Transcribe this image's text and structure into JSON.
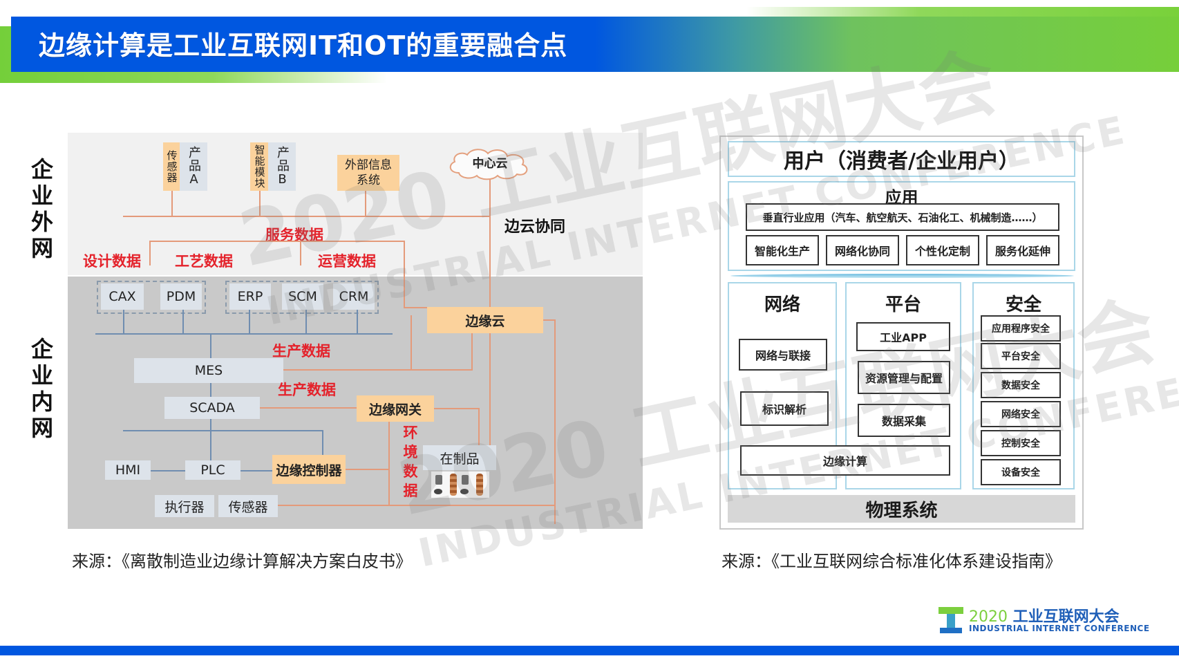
{
  "header": {
    "title": "边缘计算是工业互联网IT和OT的重要融合点",
    "colors": {
      "blue": "#0057e0",
      "green": "#76cf3a"
    }
  },
  "watermark": {
    "cn": "2020 工业互联网大会",
    "en": "INDUSTRIAL INTERNET CONFERENCE"
  },
  "side_labels": {
    "outer": "企业外网",
    "inner": "企业内网"
  },
  "left_diagram": {
    "external": {
      "sensor": "传感器",
      "product_a": "产品A",
      "smart_module": "智能模块",
      "product_b": "产品B",
      "external_info": "外部信息系统",
      "external_info_lines": [
        "外部信息",
        "系统"
      ],
      "central_cloud": "中心云",
      "edge_cloud_collab": "边云协同"
    },
    "data_labels": {
      "service": "服务数据",
      "design": "设计数据",
      "process": "工艺数据",
      "operation": "运营数据",
      "production_1": "生产数据",
      "production_2": "生产数据",
      "environment": "环境数据"
    },
    "systems": {
      "it": [
        "CAX",
        "PDM",
        "ERP",
        "SCM",
        "CRM"
      ],
      "mes": "MES",
      "scada": "SCADA",
      "hmi": "HMI",
      "plc": "PLC",
      "actuator": "执行器",
      "sensor": "传感器",
      "edge_cloud": "边缘云",
      "edge_gateway": "边缘网关",
      "edge_controller": "边缘控制器",
      "wip": "在制品"
    },
    "colors": {
      "outer_bg": "#f1f1f1",
      "inner_bg": "#c9c9c9",
      "orange_box": "#fbd29c",
      "grey_box": "#dde3ea",
      "red_text": "#e4222b",
      "orange_line": "#e49a7a",
      "blue_line": "#6f8db0"
    }
  },
  "right_diagram": {
    "user": "用户（消费者/企业用户）",
    "app": {
      "title": "应用",
      "vertical": "垂直行业应用（汽车、航空航天、石油化工、机械制造……）",
      "items": [
        "智能化生产",
        "网络化协同",
        "个性化定制",
        "服务化延伸"
      ]
    },
    "network": {
      "title": "网络",
      "items": [
        "网络与联接",
        "标识解析"
      ]
    },
    "platform": {
      "title": "平台",
      "items": [
        "工业APP",
        "资源管理与配置",
        "数据采集"
      ]
    },
    "edge_computing": "边缘计算",
    "security": {
      "title": "安全",
      "items": [
        "应用程序安全",
        "平台安全",
        "数据安全",
        "网络安全",
        "控制安全",
        "设备安全"
      ]
    },
    "physical": "物理系统"
  },
  "sources": {
    "left": "来源：《离散制造业边缘计算解决方案白皮书》",
    "right": "来源：《工业互联网综合标准化体系建设指南》"
  },
  "footer": {
    "logo_year": "2020",
    "logo_cn": "工业互联网大会",
    "logo_en": "INDUSTRIAL INTERNET CONFERENCE"
  }
}
